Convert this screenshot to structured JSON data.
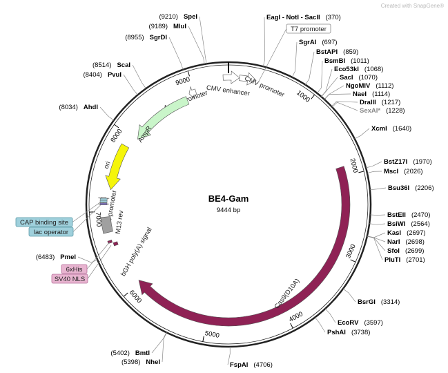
{
  "watermark": "Created with SnapGene®",
  "plasmid": {
    "name": "BE4-Gam",
    "size": 9444,
    "size_label": "9444 bp"
  },
  "ticks": [
    {
      "bp": 1000,
      "label": "1000"
    },
    {
      "bp": 2000,
      "label": "2000"
    },
    {
      "bp": 3000,
      "label": "3000"
    },
    {
      "bp": 4000,
      "label": "4000"
    },
    {
      "bp": 5000,
      "label": "5000"
    },
    {
      "bp": 6000,
      "label": "6000"
    },
    {
      "bp": 7000,
      "label": "7000"
    },
    {
      "bp": 8000,
      "label": "8000"
    },
    {
      "bp": 9000,
      "label": "9000"
    }
  ],
  "sites": [
    {
      "name": "EagI - NotI - SacII",
      "pos": 370,
      "pos_label": "(370)",
      "bp": 370,
      "side": "right"
    },
    {
      "name": "SgrAI",
      "pos": 697,
      "pos_label": "(697)",
      "bp": 697,
      "side": "right"
    },
    {
      "name": "BstAPI",
      "pos": 859,
      "pos_label": "(859)",
      "bp": 859,
      "side": "right"
    },
    {
      "name": "BsmBI",
      "pos": 1011,
      "pos_label": "(1011)",
      "bp": 1011,
      "side": "right"
    },
    {
      "name": "Eco53kI",
      "pos": 1068,
      "pos_label": "(1068)",
      "bp": 1068,
      "side": "right"
    },
    {
      "name": "SacI",
      "pos": 1070,
      "pos_label": "(1070)",
      "bp": 1070,
      "side": "right"
    },
    {
      "name": "NgoMIV",
      "pos": 1112,
      "pos_label": "(1112)",
      "bp": 1112,
      "side": "right"
    },
    {
      "name": "NaeI",
      "pos": 1114,
      "pos_label": "(1114)",
      "bp": 1114,
      "side": "right"
    },
    {
      "name": "DraIII",
      "pos": 1217,
      "pos_label": "(1217)",
      "bp": 1217,
      "side": "right"
    },
    {
      "name": "SexAI*",
      "pos": 1228,
      "pos_label": "(1228)",
      "bp": 1228,
      "side": "right",
      "dim": true
    },
    {
      "name": "XcmI",
      "pos": 1640,
      "pos_label": "(1640)",
      "bp": 1640,
      "side": "right"
    },
    {
      "name": "BstZ17I",
      "pos": 1970,
      "pos_label": "(1970)",
      "bp": 1970,
      "side": "right"
    },
    {
      "name": "MscI",
      "pos": 2026,
      "pos_label": "(2026)",
      "bp": 2026,
      "side": "right"
    },
    {
      "name": "Bsu36I",
      "pos": 2206,
      "pos_label": "(2206)",
      "bp": 2206,
      "side": "right"
    },
    {
      "name": "BstEII",
      "pos": 2470,
      "pos_label": "(2470)",
      "bp": 2470,
      "side": "right"
    },
    {
      "name": "BsiWI",
      "pos": 2564,
      "pos_label": "(2564)",
      "bp": 2564,
      "side": "right"
    },
    {
      "name": "KasI",
      "pos": 2697,
      "pos_label": "(2697)",
      "bp": 2697,
      "side": "right"
    },
    {
      "name": "NarI",
      "pos": 2698,
      "pos_label": "(2698)",
      "bp": 2698,
      "side": "right"
    },
    {
      "name": "SfoI",
      "pos": 2699,
      "pos_label": "(2699)",
      "bp": 2699,
      "side": "right"
    },
    {
      "name": "PluTI",
      "pos": 2701,
      "pos_label": "(2701)",
      "bp": 2701,
      "side": "right"
    },
    {
      "name": "BsrGI",
      "pos": 3314,
      "pos_label": "(3314)",
      "bp": 3314,
      "side": "right"
    },
    {
      "name": "EcoRV",
      "pos": 3597,
      "pos_label": "(3597)",
      "bp": 3597,
      "side": "right"
    },
    {
      "name": "PshAI",
      "pos": 3738,
      "pos_label": "(3738)",
      "bp": 3738,
      "side": "right"
    },
    {
      "name": "FspAI",
      "pos": 4706,
      "pos_label": "(4706)",
      "bp": 4706,
      "side": "right"
    },
    {
      "name": "NheI",
      "pos": 5398,
      "pos_label": "(5398)",
      "bp": 5398,
      "side": "left"
    },
    {
      "name": "BmtI",
      "pos": 5402,
      "pos_label": "(5402)",
      "bp": 5402,
      "side": "left"
    },
    {
      "name": "PmeI",
      "pos": 6483,
      "pos_label": "(6483)",
      "bp": 6483,
      "side": "left"
    },
    {
      "name": "AhdI",
      "pos": 8034,
      "pos_label": "(8034)",
      "bp": 8034,
      "side": "left"
    },
    {
      "name": "PvuI",
      "pos": 8404,
      "pos_label": "(8404)",
      "bp": 8404,
      "side": "left"
    },
    {
      "name": "ScaI",
      "pos": 8514,
      "pos_label": "(8514)",
      "bp": 8514,
      "side": "left"
    },
    {
      "name": "SgrDI",
      "pos": 8955,
      "pos_label": "(8955)",
      "bp": 8955,
      "side": "left"
    },
    {
      "name": "MluI",
      "pos": 9189,
      "pos_label": "(9189)",
      "bp": 9189,
      "side": "left"
    },
    {
      "name": "SpeI",
      "pos": 9210,
      "pos_label": "(9210)",
      "bp": 9210,
      "side": "left"
    }
  ],
  "features": [
    {
      "name": "Cas9(D10A)",
      "label": "Cas9(D10A)",
      "start": 1880,
      "end": 6030,
      "direction": 1,
      "color": "#8f2255"
    },
    {
      "name": "CMV enhancer",
      "label": "CMV enhancer",
      "start": 9380,
      "end": 130,
      "direction": 1,
      "color": "#ffffff"
    },
    {
      "name": "CMV promoter",
      "label": "CMV promoter",
      "start": 130,
      "end": 330,
      "direction": 1,
      "color": "#ffffff"
    },
    {
      "name": "AmpR promoter",
      "label": "AmpR promoter",
      "start": 8930,
      "end": 9020,
      "direction": -1,
      "color": "#ffffff"
    },
    {
      "name": "AmpR",
      "label": "AmpR",
      "start": 8020,
      "end": 8880,
      "direction": -1,
      "color": "#c9f5c9"
    },
    {
      "name": "ori",
      "label": "ori",
      "start": 7270,
      "end": 7860,
      "direction": -1,
      "color": "#f5f50a"
    },
    {
      "name": "lac promoter",
      "label": "lac promoter",
      "start": 7150,
      "end": 7170,
      "direction": -1,
      "color": "#ffffff"
    },
    {
      "name": "M13 rev",
      "label": "M13 rev",
      "start": 7080,
      "end": 7100,
      "direction": -1,
      "color": "#7b6fb0"
    },
    {
      "name": "bGH poly(A) signal",
      "label": "bGH poly(A) signal",
      "start": 6740,
      "end": 6930,
      "direction": 0,
      "color": "#a0a0a0"
    },
    {
      "name": "SV40 NLS",
      "label": "",
      "start": 6560,
      "end": 6600,
      "direction": 0,
      "color": "#8f2255"
    },
    {
      "name": "6xHis",
      "label": "",
      "start": 6610,
      "end": 6640,
      "direction": 0,
      "color": "#8f2255"
    }
  ],
  "boxed_labels": [
    {
      "text": "T7 promoter",
      "bg": "#ffffff",
      "border": "#888888"
    },
    {
      "text": "CAP binding site",
      "bg": "#9fd0dc",
      "border": "#5b9aa8"
    },
    {
      "text": "lac operator",
      "bg": "#9fd0dc",
      "border": "#5b9aa8"
    },
    {
      "text": "6xHis",
      "bg": "#e8b4d0",
      "border": "#b5709a"
    },
    {
      "text": "SV40 NLS",
      "bg": "#e8b4d0",
      "border": "#b5709a"
    }
  ],
  "colors": {
    "backbone": "#222222",
    "cas9": "#8f2255",
    "ampr": "#c9f5c9",
    "ori": "#f5f50a",
    "polyA": "#a0a0a0"
  }
}
